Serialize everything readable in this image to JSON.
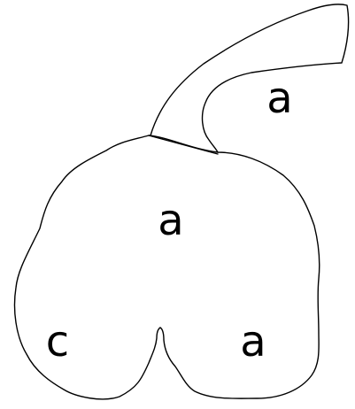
{
  "colors": {
    "background": "#ffffff",
    "stroke": "#000000",
    "text": "#000000"
  },
  "labels": {
    "stem": "a",
    "center": "a",
    "bottom_left": "c",
    "bottom_right": "a"
  }
}
